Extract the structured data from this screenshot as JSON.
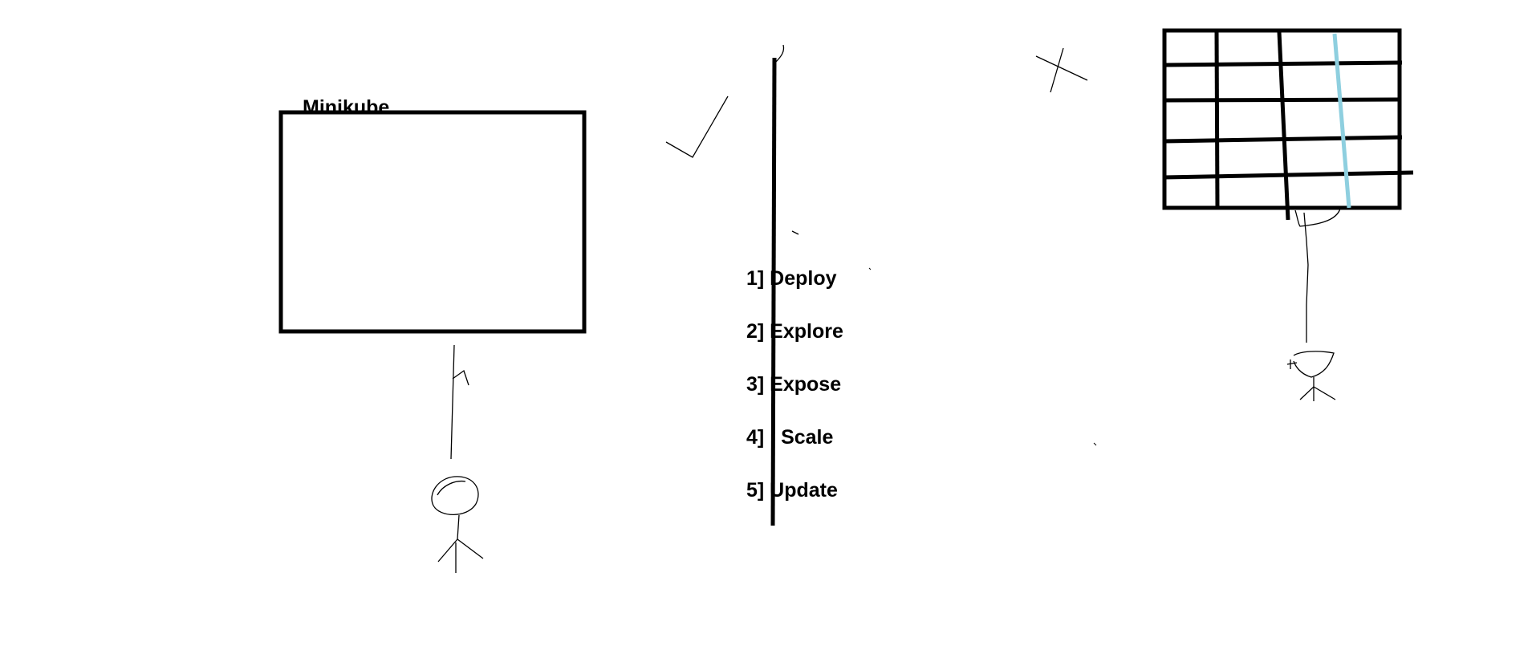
{
  "diagram": {
    "box": {
      "label": "Minikube"
    },
    "steps": [
      {
        "label": "1] Deploy"
      },
      {
        "label": "2] Explore"
      },
      {
        "label": "3] Expose"
      },
      {
        "label": "4]   Scale"
      },
      {
        "label": "5] Update"
      }
    ],
    "colors": {
      "ink": "#000000",
      "highlight_line": "#8ecfdf",
      "background": "#ffffff"
    }
  }
}
